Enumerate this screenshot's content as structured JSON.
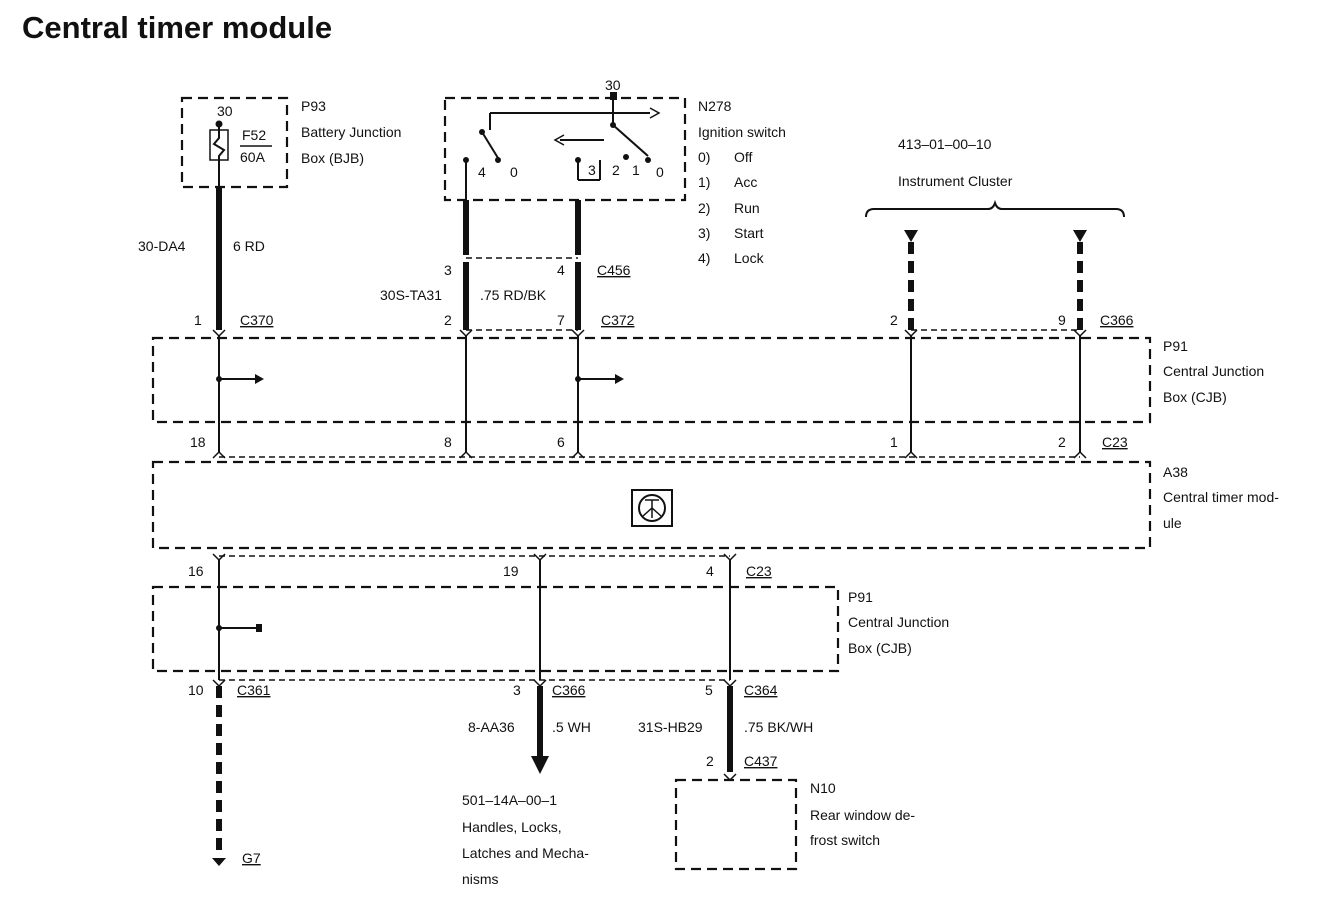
{
  "title": "Central timer module",
  "p93": {
    "id": "P93",
    "name_line1": "Battery Junction",
    "name_line2": "Box (BJB)",
    "terminal": "30",
    "fuse": "F52",
    "rating": "60A"
  },
  "n278": {
    "id": "N278",
    "name": "Ignition switch",
    "terminal": "30",
    "contacts": {
      "left4": "4",
      "left0": "0",
      "right3": "3",
      "right2": "2",
      "right1": "1",
      "right0": "0"
    },
    "positions": [
      {
        "num": "0)",
        "label": "Off"
      },
      {
        "num": "1)",
        "label": "Acc"
      },
      {
        "num": "2)",
        "label": "Run"
      },
      {
        "num": "3)",
        "label": "Start"
      },
      {
        "num": "4)",
        "label": "Lock"
      }
    ]
  },
  "cluster": {
    "ref": "413–01–00–10",
    "name": "Instrument Cluster"
  },
  "wires": {
    "w1": {
      "circuit": "30-DA4",
      "spec": "6 RD"
    },
    "w2": {
      "circuit": "30S-TA31",
      "spec": ".75 RD/BK"
    },
    "w3": {
      "circuit": "8-AA36",
      "spec": ".5 WH"
    },
    "w4": {
      "circuit": "31S-HB29",
      "spec": ".75 BK/WH"
    }
  },
  "connectors": {
    "c370": {
      "name": "C370",
      "pin": "1"
    },
    "c456": {
      "name": "C456",
      "pin_a": "3",
      "pin_b": "4"
    },
    "c372": {
      "name": "C372",
      "pin_a": "2",
      "pin_b": "7"
    },
    "c366_top": {
      "name": "C366",
      "pin_a": "2",
      "pin_b": "9"
    },
    "c23_top": {
      "name": "C23",
      "pins": [
        "18",
        "8",
        "6",
        "1",
        "2"
      ]
    },
    "c23_bottom": {
      "name": "C23",
      "pins": [
        "16",
        "19",
        "4"
      ]
    },
    "c361": {
      "name": "C361",
      "pin": "10"
    },
    "c366_bottom": {
      "name": "C366",
      "pin": "3"
    },
    "c364": {
      "name": "C364",
      "pin": "5"
    },
    "c437": {
      "name": "C437",
      "pin": "2"
    }
  },
  "p91_top": {
    "id": "P91",
    "name_line1": "Central Junction",
    "name_line2": "Box (CJB)"
  },
  "a38": {
    "id": "A38",
    "name_line1": "Central timer mod-",
    "name_line2": "ule"
  },
  "p91_bottom": {
    "id": "P91",
    "name_line1": "Central Junction",
    "name_line2": "Box (CJB)"
  },
  "ground": {
    "name": "G7"
  },
  "handles": {
    "ref": "501–14A–00–1",
    "line1": "Handles, Locks,",
    "line2": "Latches and Mecha-",
    "line3": "nisms"
  },
  "n10": {
    "id": "N10",
    "name_line1": "Rear window de-",
    "name_line2": "frost switch"
  }
}
